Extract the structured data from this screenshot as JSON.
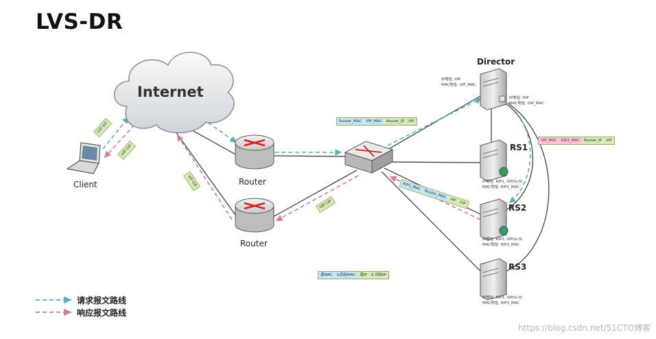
{
  "title": "LVS-DR",
  "cloud_label": "Internet",
  "nodes": {
    "client": "Client",
    "router1": "Router",
    "router2": "Router",
    "director": "Director",
    "rs1": "RS1",
    "rs2": "RS2",
    "rs3": "RS3"
  },
  "annotations": {
    "director_ip_vip": "IP地址: VIP",
    "director_mac_vip": "MAC地址: VIP_MAC",
    "director_ip_dip": "IP地址: DIP",
    "director_mac_dip": "MAC地址: DIP_MAC",
    "rs1_ip": "IP地址: RIP1, VIP(lo:0)",
    "rs1_mac": "MAC地址: RIP1_MAC",
    "rs2_ip": "IP地址: RIP2, VIP(lo:0)",
    "rs2_mac": "MAC地址: RIP2_MAC",
    "rs3_ip": "IP地址: RIP3, VIP(lo:0)",
    "rs3_mac": "MAC地址: RIP3_MAC"
  },
  "packet_tags": {
    "client_req_a": "CIP",
    "client_req_b": "VIP",
    "client_resp_a": "VIP",
    "client_resp_b": "CIP",
    "internet_resp_a": "VIP",
    "internet_resp_b": "CIP",
    "router2_a": "VIP",
    "router2_b": "CIP",
    "to_director_1": "Router_MAC",
    "to_director_2": "VIP_MAC",
    "to_director_3": "Router_IP",
    "to_director_4": "VIP",
    "to_rs2_1": "VIP_MAC",
    "to_rs2_2": "RIP2_MAC",
    "to_rs2_3": "Router_IP",
    "to_rs2_4": "VIP",
    "from_rs2_1": "RIP1_MAC",
    "from_rs2_2": "Router_MAC",
    "from_rs2_3": "VIP",
    "from_rs2_4": "CIP",
    "legend_tag_1": "源MAC",
    "legend_tag_2": "&目标MAC",
    "legend_tag_3": "源IP",
    "legend_tag_4": "& 目标IP"
  },
  "legend": {
    "request": "请求报文路线",
    "response": "响应报文路线"
  },
  "colors": {
    "request": "#5ab0b8",
    "response": "#d77a92",
    "tag_blue": "#c7e6f2",
    "tag_green": "#d7ebb4",
    "tag_pink": "#f6c6d7"
  },
  "watermark": "https://blog.csdn.net/51CTO博客"
}
